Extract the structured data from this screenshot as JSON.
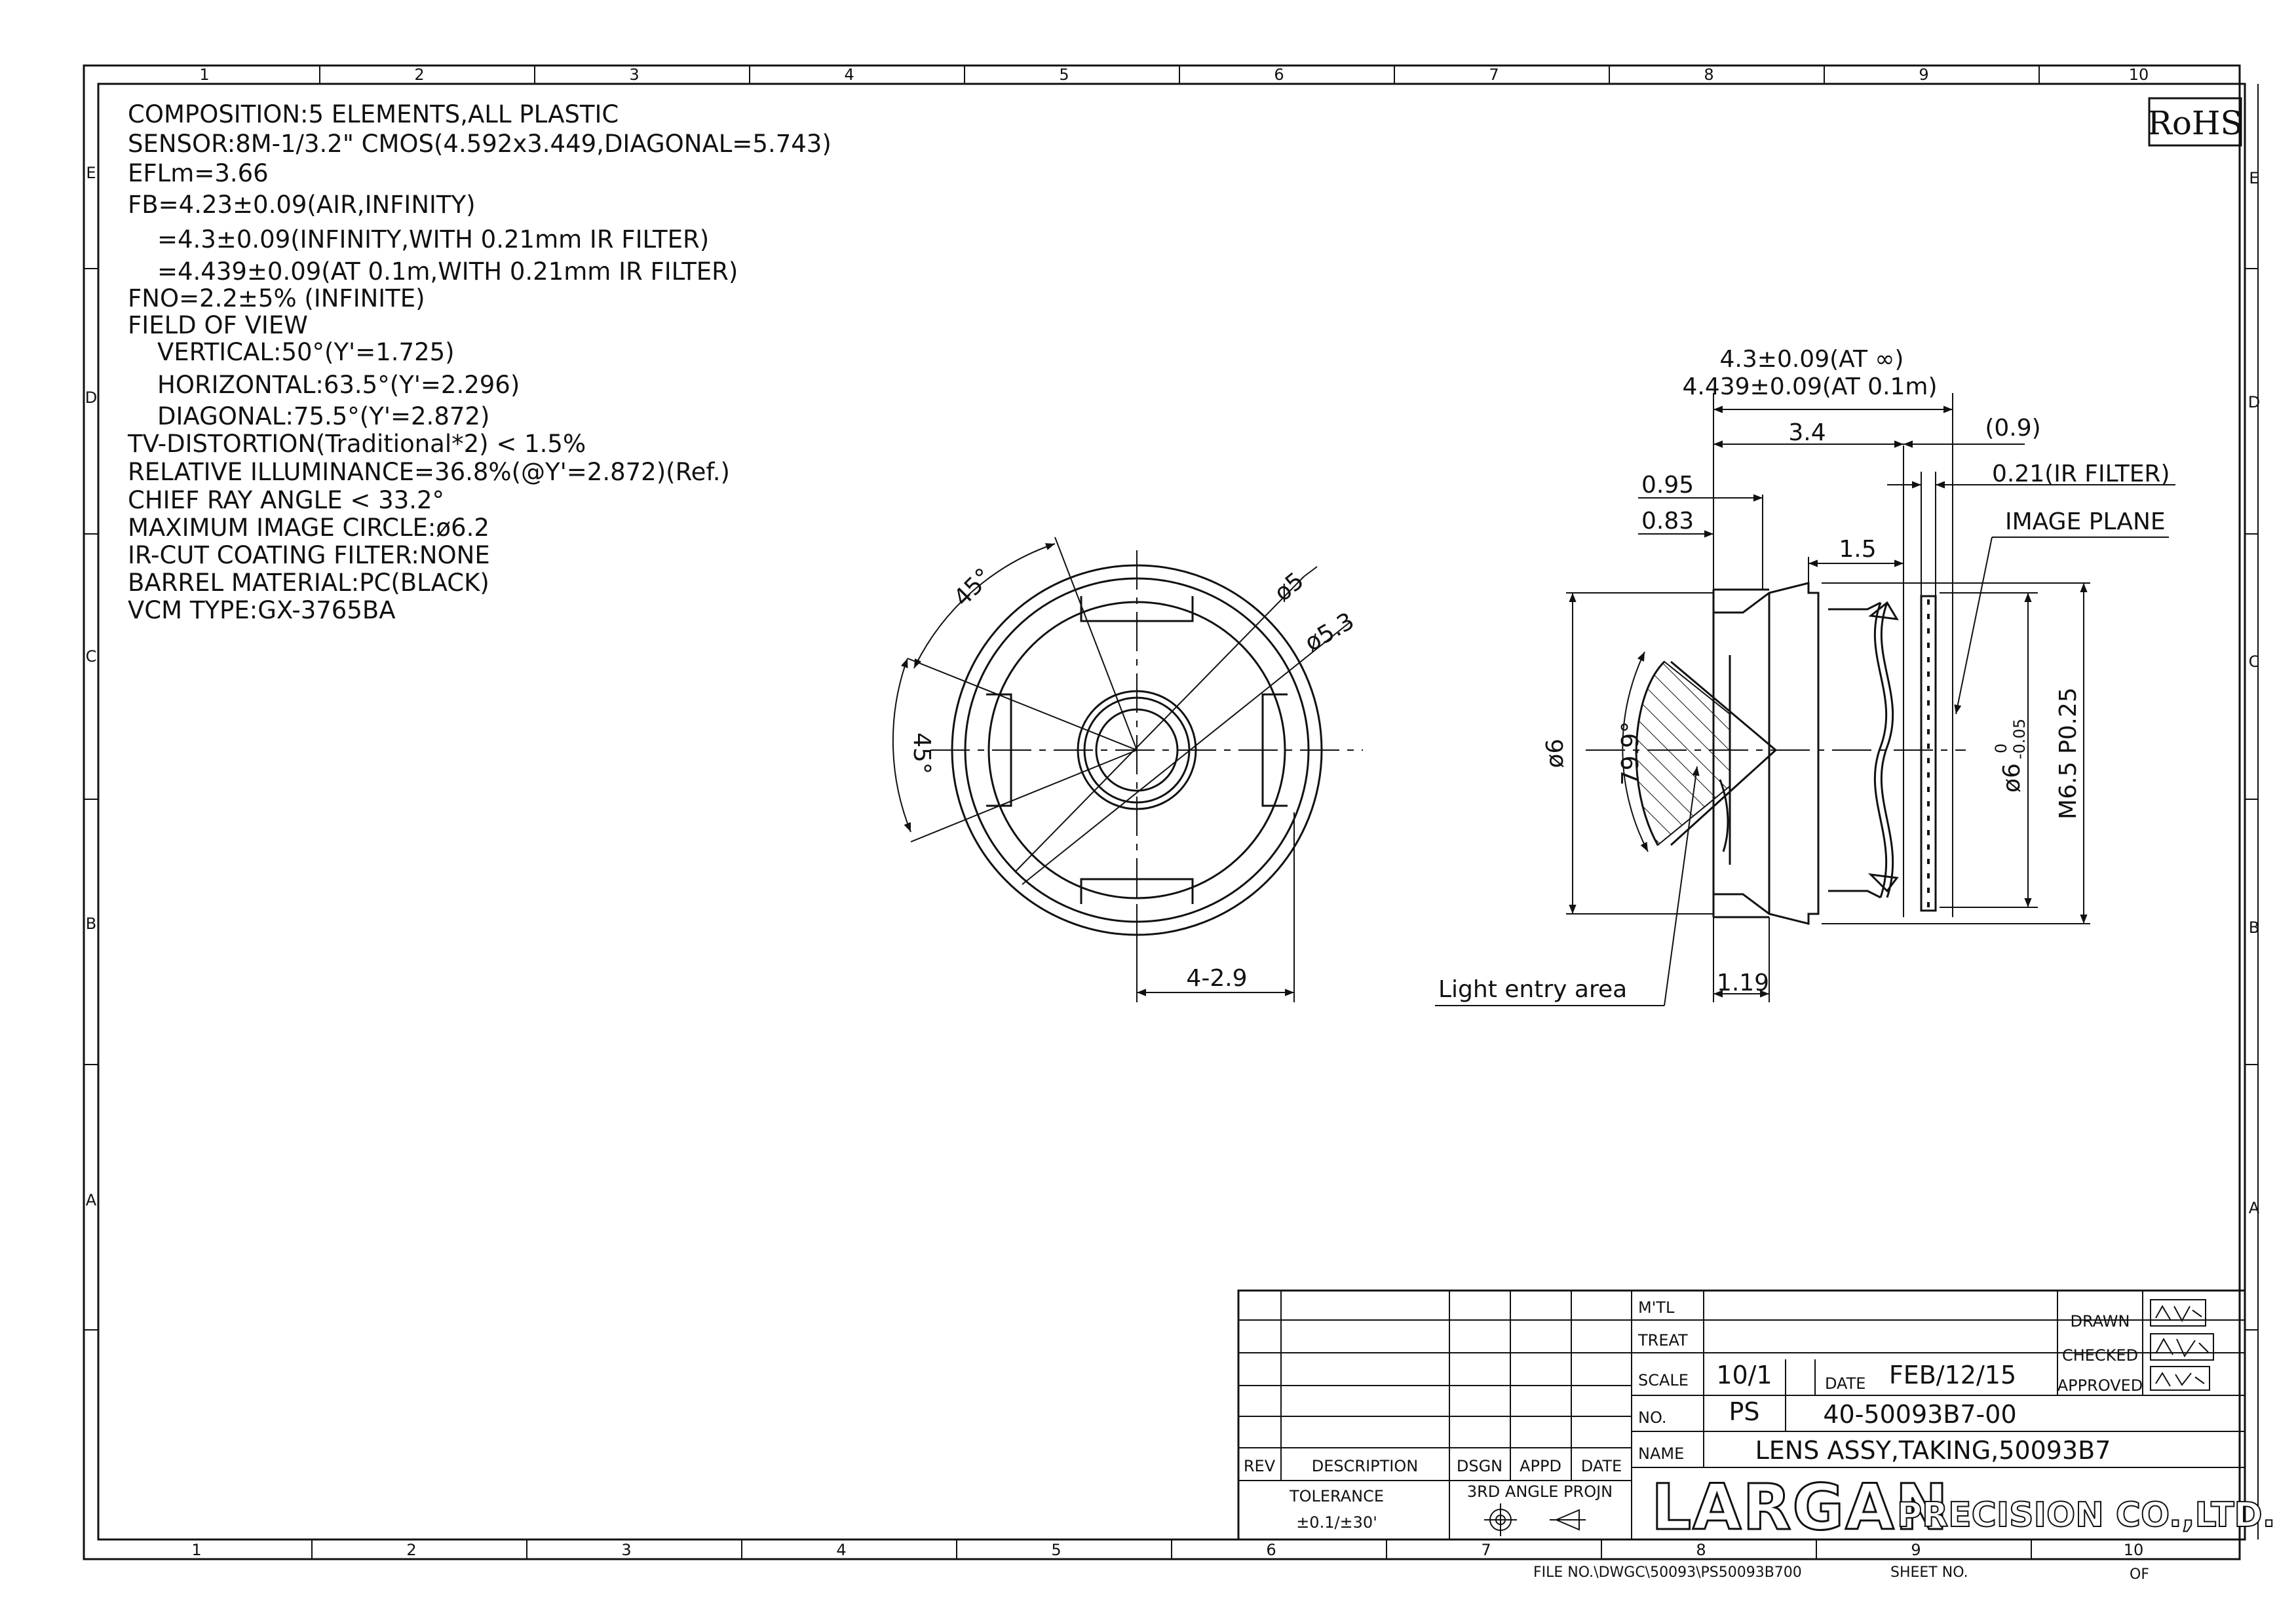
{
  "specs": [
    "COMPOSITION:5 ELEMENTS,ALL PLASTIC",
    "SENSOR:8M-1/3.2\" CMOS(4.592x3.449,DIAGONAL=5.743)",
    "EFLm=3.66",
    "FB=4.23±0.09(AIR,INFINITY)",
    "=4.3±0.09(INFINITY,WITH 0.21mm IR FILTER)",
    "=4.439±0.09(AT 0.1m,WITH 0.21mm IR FILTER)",
    "FNO=2.2±5% (INFINITE)",
    "FIELD OF VIEW",
    "VERTICAL:50°(Y'=1.725)",
    "HORIZONTAL:63.5°(Y'=2.296)",
    "DIAGONAL:75.5°(Y'=2.872)",
    "TV-DISTORTION(Traditional*2) < 1.5%",
    "RELATIVE ILLUMINANCE=36.8%(@Y'=2.872)(Ref.)",
    "CHIEF RAY ANGLE < 33.2°",
    "MAXIMUM IMAGE CIRCLE:ø6.2",
    "IR-CUT COATING FILTER:NONE",
    "BARREL MATERIAL:PC(BLACK)",
    "VCM TYPE:GX-3765BA"
  ],
  "rohs": "RoHS",
  "grid": {
    "cols": [
      "1",
      "2",
      "3",
      "4",
      "5",
      "6",
      "7",
      "8",
      "9",
      "10"
    ],
    "rows": [
      "E",
      "D",
      "C",
      "B",
      "A"
    ]
  },
  "front_view": {
    "angle_top": "45°",
    "angle_left": "45°",
    "dia_inner": "ø5",
    "dia_outer": "ø5.3",
    "tab_width": "4-2.9"
  },
  "side_view": {
    "fb_infinity": "4.3±0.09(AT ∞)",
    "fb_01m": "4.439±0.09(AT 0.1m)",
    "len_34": "3.4",
    "ref_09": "(0.9)",
    "ir_filter": "0.21(IR FILTER)",
    "d095": "0.95",
    "d083": "0.83",
    "d15": "1.5",
    "image_plane": "IMAGE PLANE",
    "dia6": "ø6",
    "angle799": "79.9°",
    "dia6tol": "ø6",
    "dia6tol_hi": "0",
    "dia6tol_lo": "-0.05",
    "thread": "M6.5 P0.25",
    "light_entry": "Light entry area",
    "d119": "1.19"
  },
  "title_block": {
    "rev": "REV",
    "description": "DESCRIPTION",
    "dsgn": "DSGN",
    "appd": "APPD",
    "date_h": "DATE",
    "tolerance": "TOLERANCE",
    "tolerance_val": "±0.1/±30'",
    "projection": "3RD ANGLE PROJN",
    "mtl": "M'TL",
    "treat": "TREAT",
    "scale": "SCALE",
    "scale_val": "10/1",
    "date": "DATE",
    "date_val": "FEB/12/15",
    "no": "NO.",
    "no_prefix": "PS",
    "no_val": "40-50093B7-00",
    "name": "NAME",
    "name_val": "LENS ASSY,TAKING,50093B7",
    "drawn": "DRAWN",
    "checked": "CHECKED",
    "approved": "APPROVED",
    "company_logo": "LARGAN",
    "company_rest": "PRECISION CO.,LTD."
  },
  "footer": {
    "file": "FILE NO.\\DWGC\\50093\\PS50093B700",
    "sheet": "SHEET NO.",
    "of": "OF"
  }
}
